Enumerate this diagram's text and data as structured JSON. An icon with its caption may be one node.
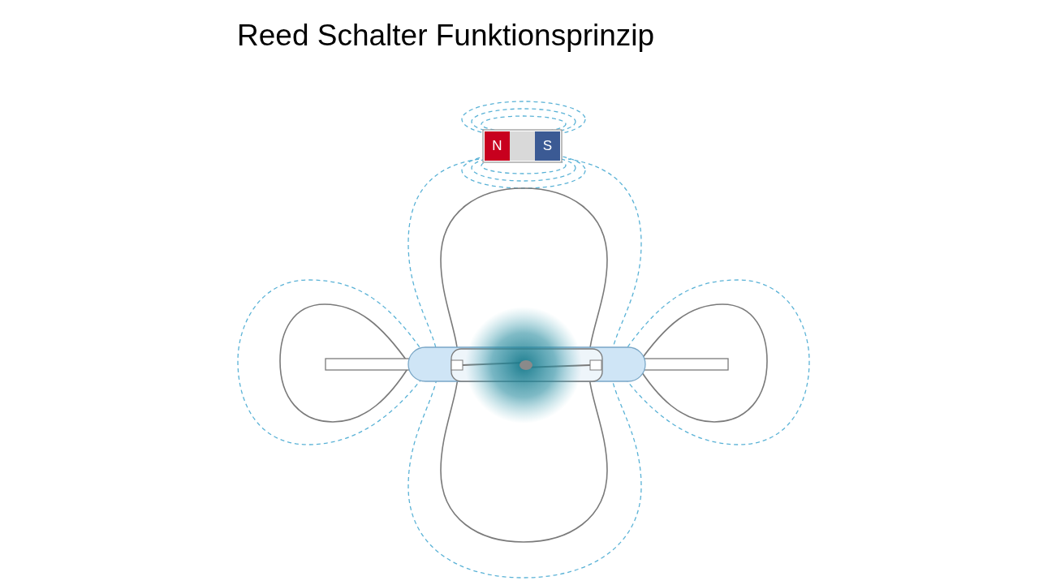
{
  "diagram": {
    "title": "Reed Schalter Funktionsprinzip",
    "nodes": [
      {
        "text": [
          "N"
        ]
      },
      {
        "text": [
          "S"
        ]
      }
    ]
  }
}
